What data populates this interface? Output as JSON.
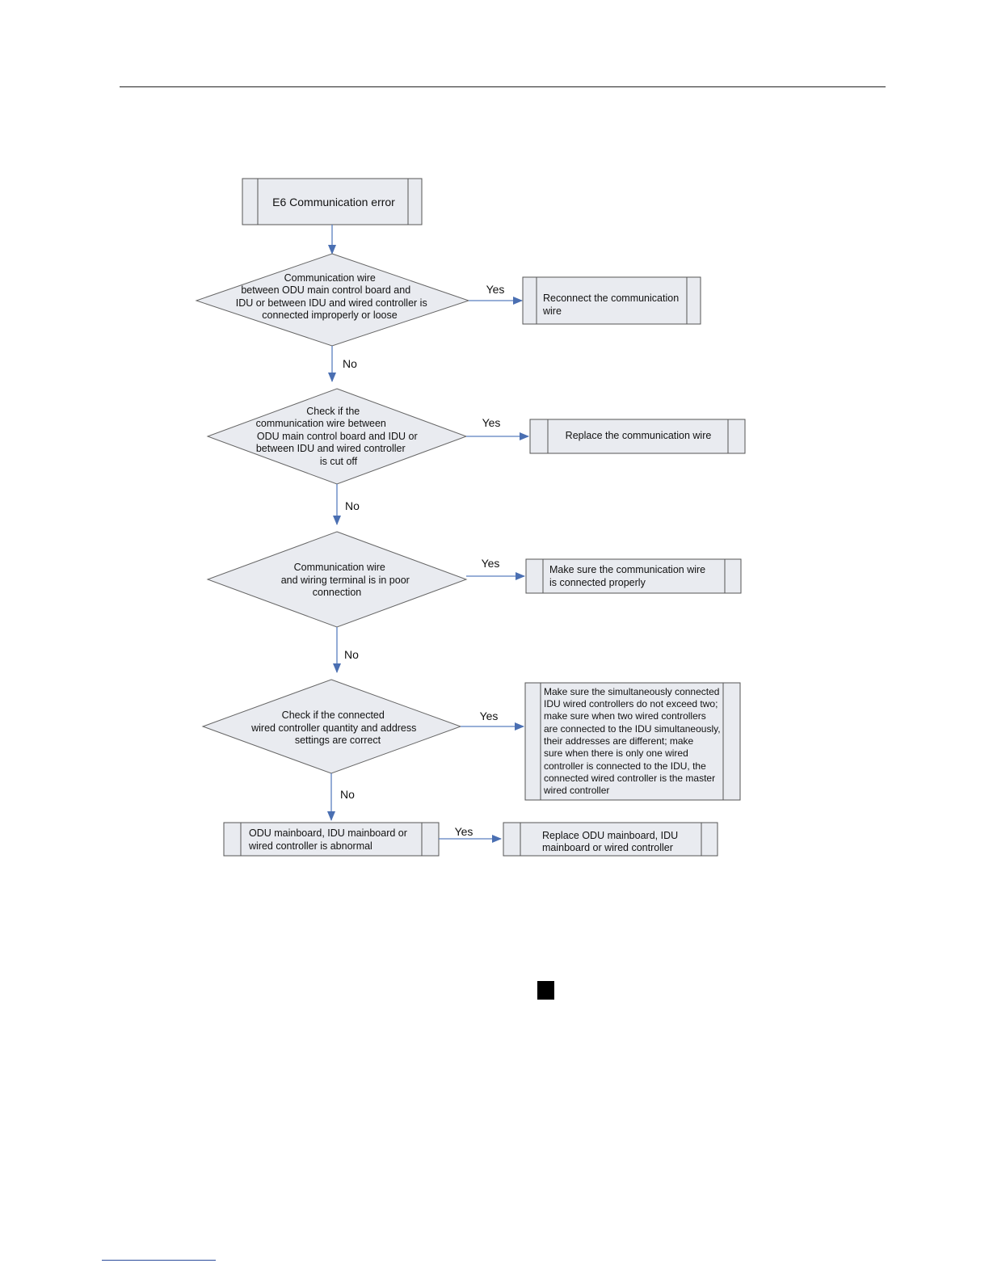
{
  "flowchart": {
    "start": "E6 Communication error",
    "decisions": [
      {
        "lines": [
          "Communication wire",
          "between ODU main control board and",
          "IDU or between IDU and wired controller is",
          "connected improperly or loose"
        ],
        "yes_label": "Yes",
        "no_label": "No",
        "action_lines": [
          "Reconnect the communication",
          "wire"
        ]
      },
      {
        "lines": [
          "Check if the",
          "communication wire between",
          "ODU main control board and IDU or",
          "between IDU and wired controller",
          "is cut off"
        ],
        "yes_label": "Yes",
        "no_label": "No",
        "action_lines": [
          "Replace the communication wire"
        ]
      },
      {
        "lines": [
          "Communication wire",
          "and wiring terminal is in poor",
          "connection"
        ],
        "yes_label": "Yes",
        "no_label": "No",
        "action_lines": [
          "Make sure the communication wire",
          "is connected properly"
        ]
      },
      {
        "lines": [
          "Check if the connected",
          "wired controller quantity and address",
          "settings are correct"
        ],
        "yes_label": "Yes",
        "no_label": "No",
        "action_lines": [
          "Make sure the simultaneously connected",
          "IDU wired controllers do not exceed two;",
          "make sure when two wired controllers",
          "are connected to the IDU simultaneously,",
          "their addresses are different; make",
          "sure when there is only one wired",
          "controller is connected to the IDU, the",
          "connected wired controller is the master",
          "wired controller"
        ]
      }
    ],
    "final_box_lines": [
      "ODU mainboard, IDU mainboard or",
      "wired controller is abnormal"
    ],
    "final_yes_label": "Yes",
    "final_action_lines": [
      "Replace ODU mainboard, IDU",
      "mainboard or wired controller"
    ]
  }
}
